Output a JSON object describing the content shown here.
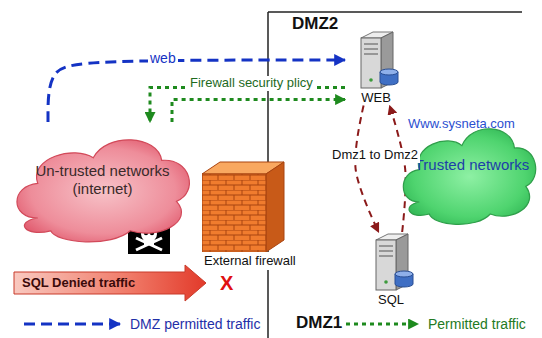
{
  "diagram": {
    "nodes": [
      {
        "text": [
          "WEB"
        ]
      },
      {
        "text": [
          "Un-trusted networks (internet)"
        ]
      },
      {
        "text": [
          "Trusted networks"
        ]
      },
      {
        "text": [
          "External firewall"
        ]
      },
      {
        "text": [
          "SQL"
        ]
      }
    ],
    "edges": [
      {
        "from": 1,
        "to": 0,
        "arrow": "to",
        "label": "web"
      },
      {
        "from": 0,
        "to": 1,
        "arrow": "to",
        "label": "Firewall security plicy"
      },
      {
        "from": 1,
        "to": 0,
        "arrow": "to"
      },
      {
        "from": 4,
        "to": 0,
        "arrow": "to",
        "label": "Dmz1 to Dmz2"
      },
      {
        "from": 0,
        "to": 4,
        "arrow": "to"
      }
    ],
    "labels": [
      "DMZ2",
      "DMZ1",
      "Www.sysneta.com",
      "SQL Denied traffic",
      "X"
    ],
    "legend": [
      {
        "text": "DMZ permitted traffic"
      },
      {
        "text": "Permitted traffic"
      }
    ]
  }
}
